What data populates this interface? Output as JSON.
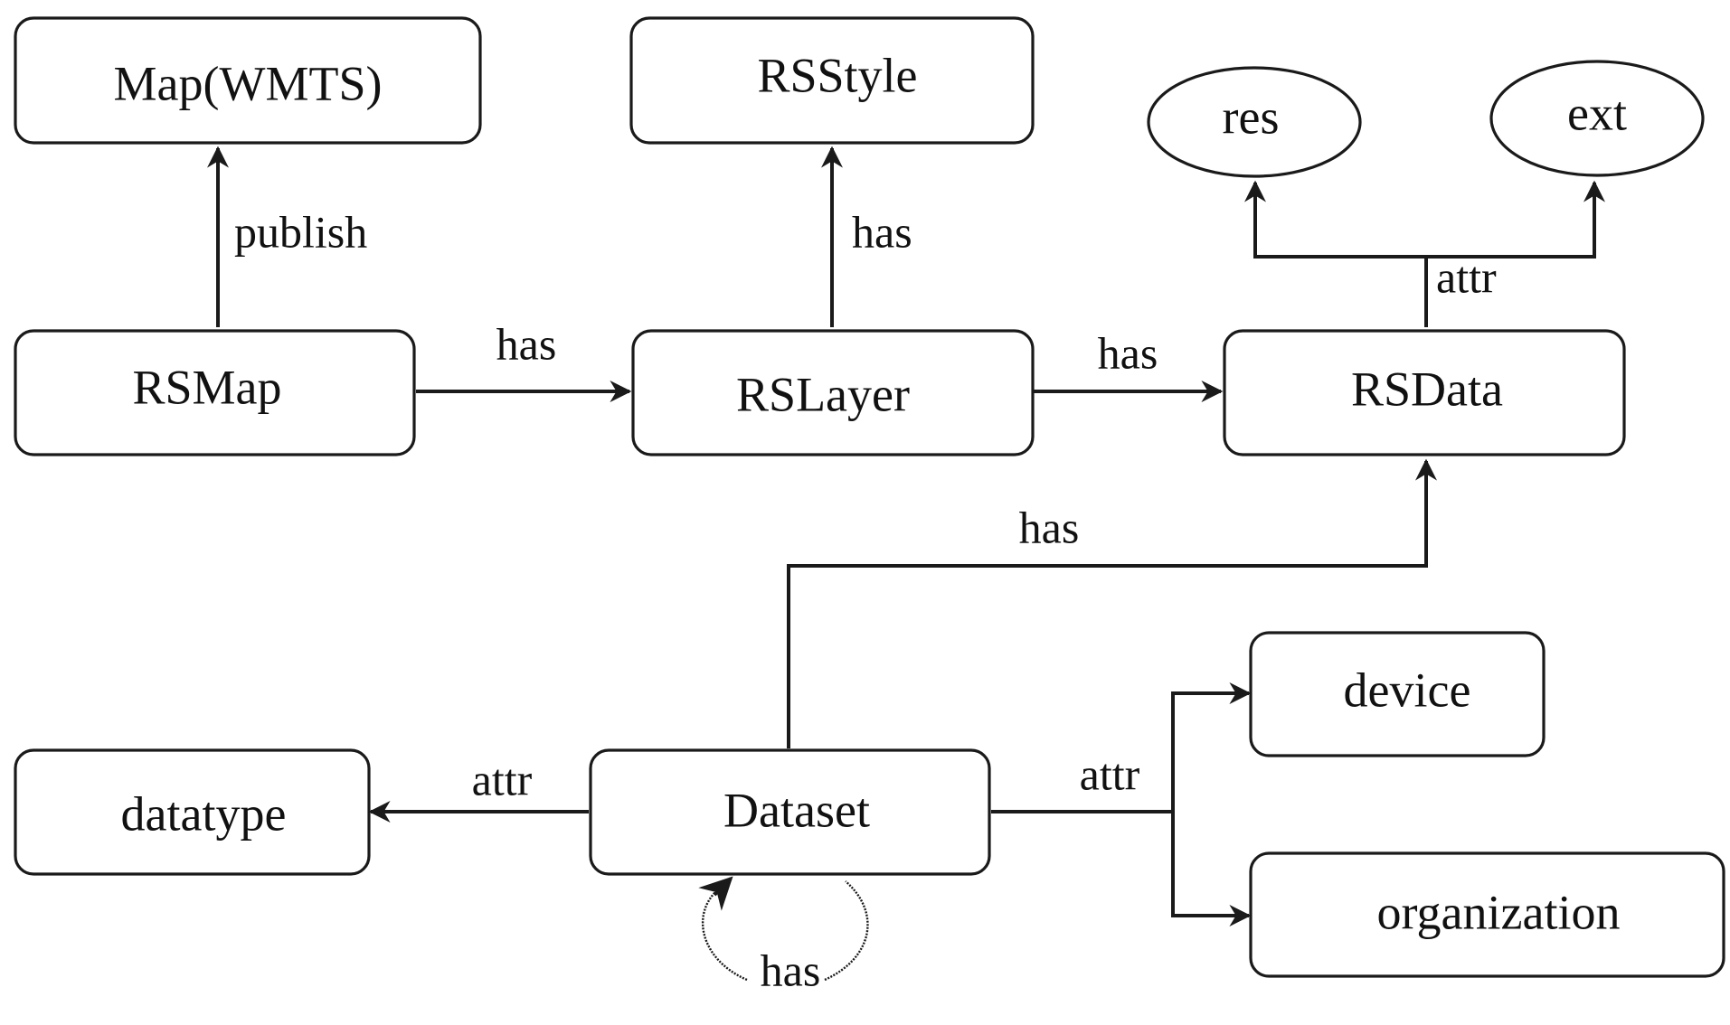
{
  "nodes": {
    "map_wmts": "Map(WMTS)",
    "rsstyle": "RSStyle",
    "res": "res",
    "ext": "ext",
    "rsmap": "RSMap",
    "rslayer": "RSLayer",
    "rsdata": "RSData",
    "datatype": "datatype",
    "dataset": "Dataset",
    "device": "device",
    "organization": "organization"
  },
  "edges": {
    "rsmap_to_map": "publish",
    "rslayer_to_rsstyle": "has",
    "rsdata_to_res_ext": "attr",
    "rsmap_to_rslayer": "has",
    "rslayer_to_rsdata": "has",
    "dataset_to_rsdata": "has",
    "dataset_to_device_org": "attr",
    "dataset_to_datatype": "attr",
    "dataset_self": "has"
  }
}
